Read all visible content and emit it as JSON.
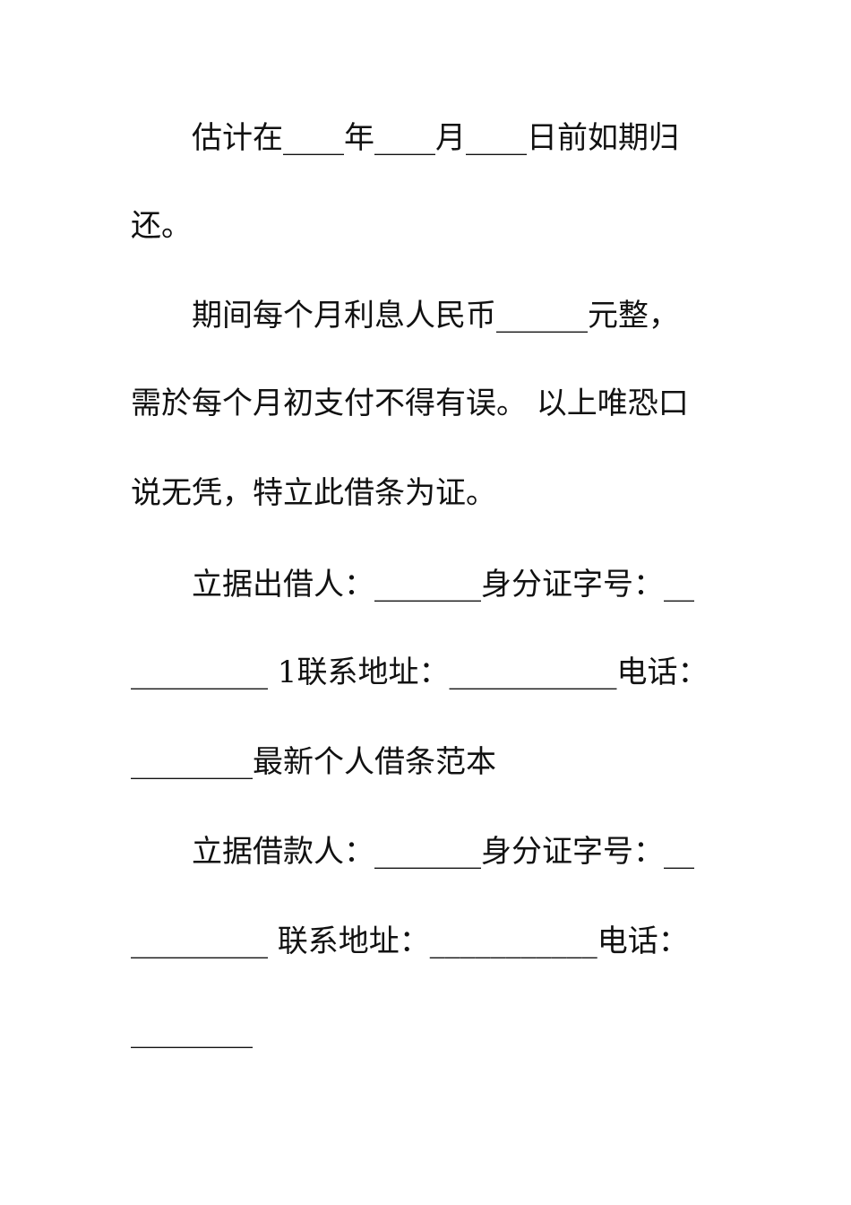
{
  "document": {
    "lines": [
      "估计在____年____月____日前如期归",
      "还。",
      "期间每个月利息人民币______元整，",
      "需於每个月初支付不得有误。 以上唯恐口",
      "说无凭，特立此借条为证。",
      "立据出借人：_______身分证字号：__",
      "_________ 1联系地址：___________电话：",
      "________最新个人借条范本",
      "立据借款人：_______身分证字号：__",
      "_________ 联系地址：___________电话：",
      "________"
    ]
  }
}
